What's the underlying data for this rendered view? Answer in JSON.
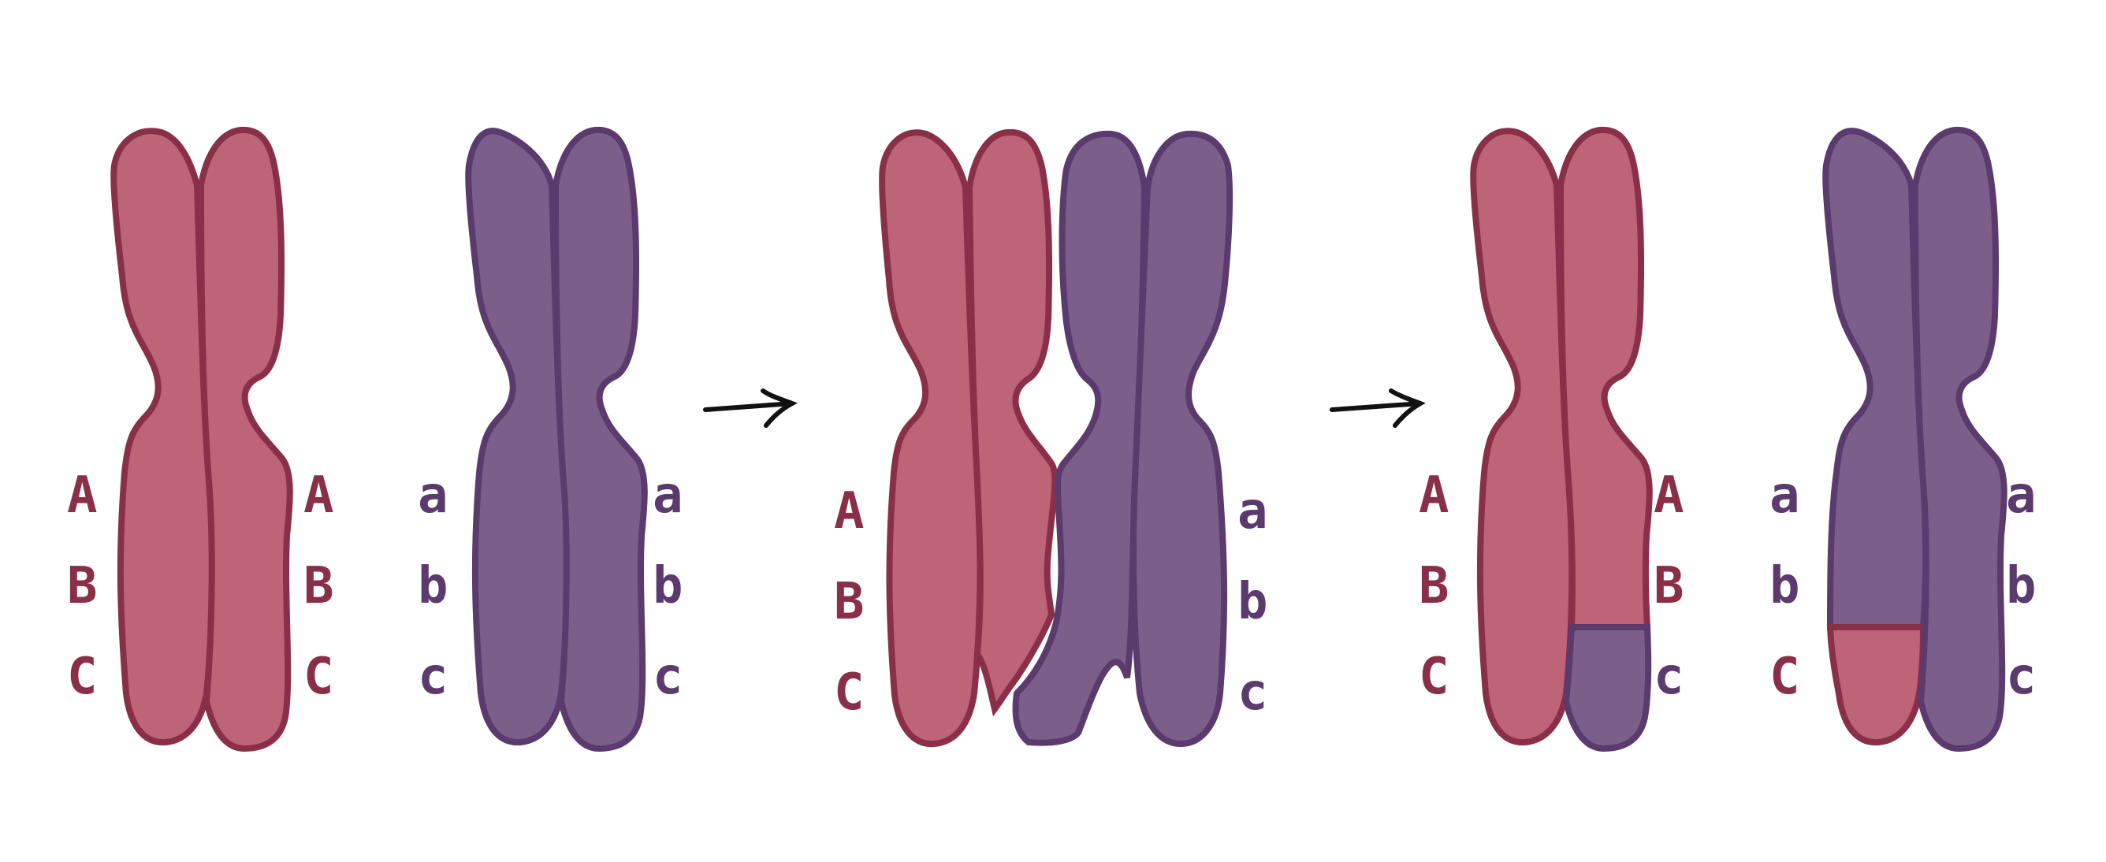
{
  "colors": {
    "red_fill": "#bd6479",
    "red_stroke": "#8a2f48",
    "purple_fill": "#7b5f8a",
    "purple_stroke": "#5b3a6d",
    "arrow": "#111111"
  },
  "labels": {
    "red_upper": [
      "A",
      "B",
      "C"
    ],
    "purple_lower": [
      "a",
      "b",
      "c"
    ]
  },
  "stages": [
    "chromosome pair before crossing over",
    "crossing over",
    "recombinant chromosomes"
  ]
}
